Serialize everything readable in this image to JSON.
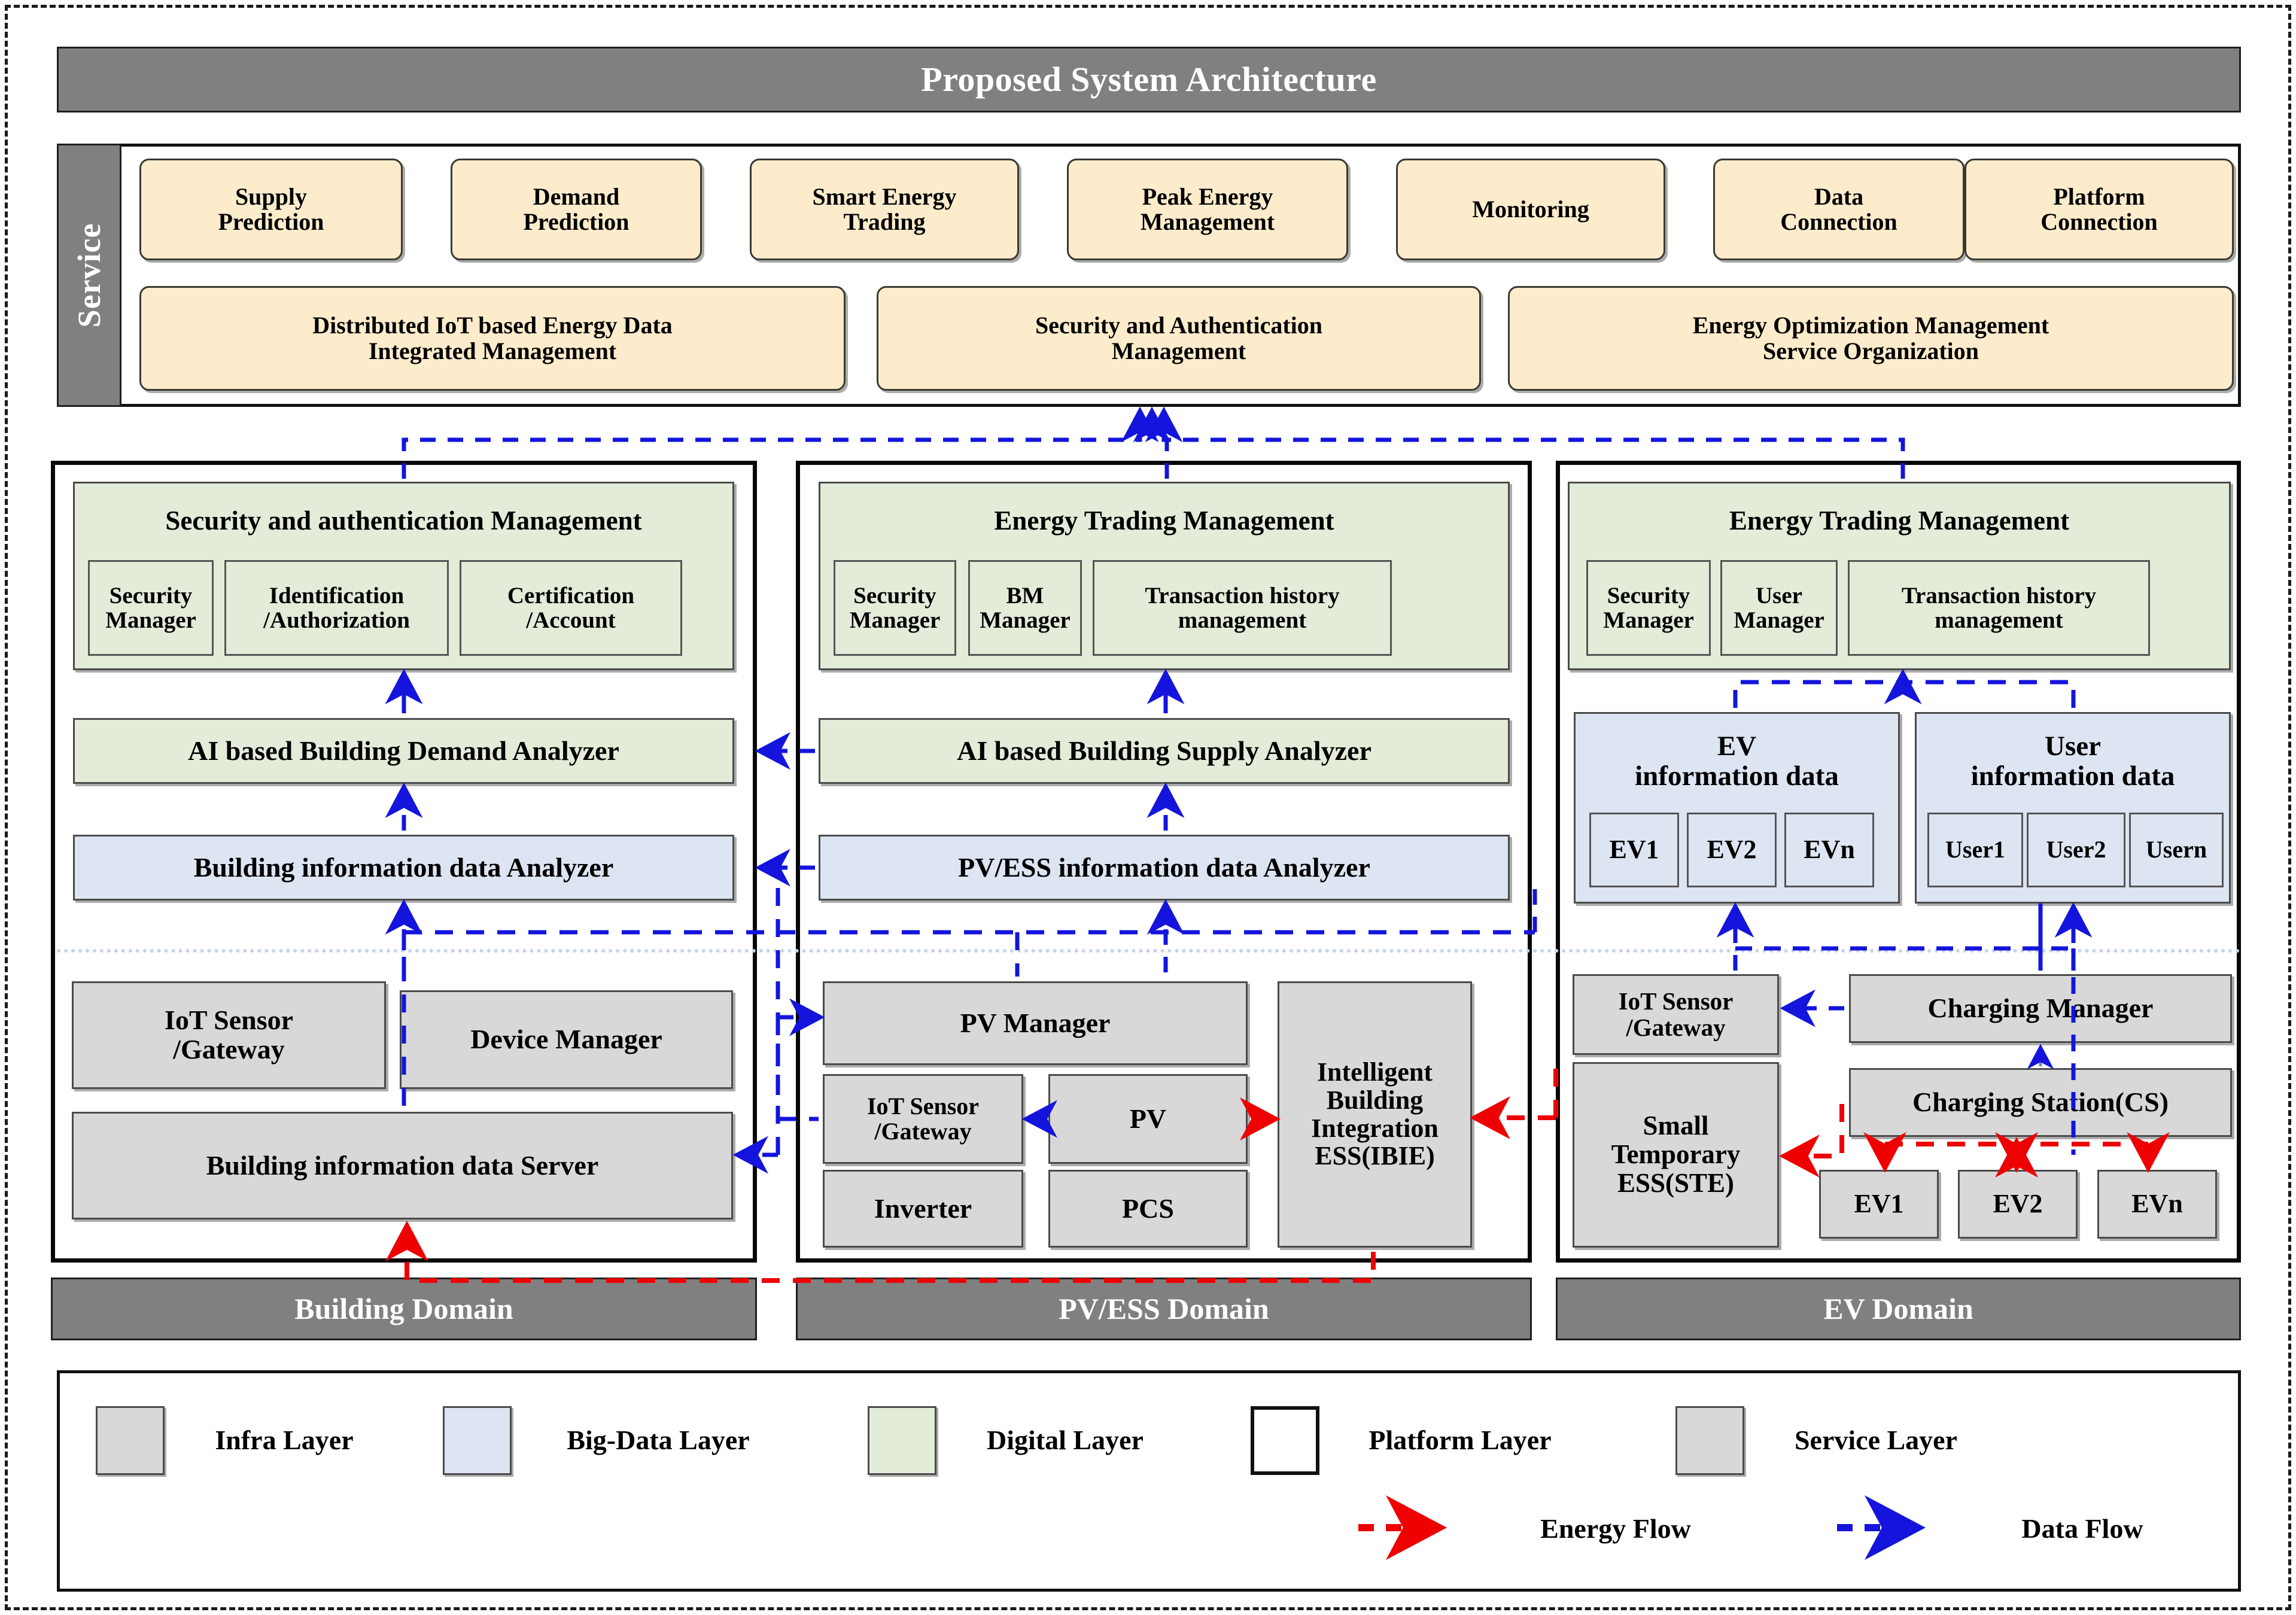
{
  "title": "Proposed System Architecture",
  "service": {
    "tab_label": "Service",
    "row1": [
      {
        "label": "Supply\nPrediction"
      },
      {
        "label": "Demand\nPrediction"
      },
      {
        "label": "Smart Energy\nTrading"
      },
      {
        "label": "Peak Energy\nManagement"
      },
      {
        "label": "Monitoring"
      },
      {
        "label": "Data\nConnection"
      },
      {
        "label": "Platform\nConnection"
      }
    ],
    "row2": [
      {
        "label": "Distributed IoT based Energy Data\nIntegrated Management"
      },
      {
        "label": "Security and Authentication\nManagement"
      },
      {
        "label": "Energy Optimization Management\nService Organization"
      }
    ]
  },
  "domains": {
    "building": {
      "footer_label": "Building Domain",
      "digital_title": "Security and authentication Management",
      "digital_subs": [
        "Security\nManager",
        "Identification\n/Authorization",
        "Certification\n/Account"
      ],
      "analyzer_digital": "AI based Building Demand Analyzer",
      "analyzer_bigdata": "Building information data Analyzer",
      "infra": [
        "IoT Sensor\n/Gateway",
        "Device Manager",
        "Building information data Server"
      ]
    },
    "pvess": {
      "footer_label": "PV/ESS Domain",
      "digital_title": "Energy Trading Management",
      "digital_subs": [
        "Security\nManager",
        "BM\nManager",
        "Transaction history\nmanagement"
      ],
      "analyzer_digital": "AI based Building Supply Analyzer",
      "analyzer_bigdata": "PV/ESS information data Analyzer",
      "infra": [
        "PV Manager",
        "IoT Sensor\n/Gateway",
        "PV",
        "Inverter",
        "PCS",
        "Intelligent\nBuilding\nIntegration\nESS(IBIE)"
      ]
    },
    "ev": {
      "footer_label": "EV Domain",
      "digital_title": "Energy Trading Management",
      "digital_subs": [
        "Security\nManager",
        "User\nManager",
        "Transaction history\nmanagement"
      ],
      "bigdata_ev_title": "EV\ninformation data",
      "bigdata_ev_items": [
        "EV1",
        "EV2",
        "EVn"
      ],
      "bigdata_user_title": "User\ninformation data",
      "bigdata_user_items": [
        "User1",
        "User2",
        "Usern"
      ],
      "infra": [
        "IoT Sensor\n/Gateway",
        "Small\nTemporary\nESS(STE)",
        "Charging Manager",
        "Charging Station(CS)"
      ],
      "infra_evs": [
        "EV1",
        "EV2",
        "EVn"
      ]
    }
  },
  "legend": {
    "layers": [
      {
        "label": "Infra Layer",
        "color": "#d8d8d8"
      },
      {
        "label": "Big-Data Layer",
        "color": "#dde4f2"
      },
      {
        "label": "Digital Layer",
        "color": "#e2ecd9"
      },
      {
        "label": "Platform Layer",
        "color": "#ffffff"
      },
      {
        "label": "Service Layer",
        "color": "#d8d8d8"
      }
    ],
    "flows": [
      {
        "label": "Energy Flow",
        "color": "#ee0000"
      },
      {
        "label": "Data Flow",
        "color": "#1414dd"
      }
    ]
  },
  "colors": {
    "service_box": "#fdeccc",
    "grey_bar": "#808080",
    "energy_flow": "#ee0000",
    "data_flow": "#1414dd"
  }
}
